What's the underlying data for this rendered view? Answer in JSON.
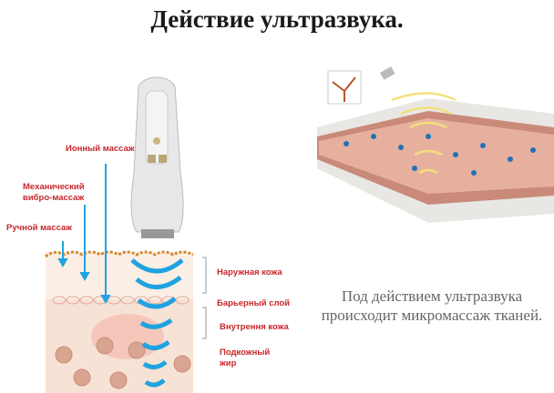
{
  "title": "Действие ультразвука.",
  "left_diagram": {
    "arrows": [
      "Ионный массаж",
      "Механический вибро-массаж",
      "Ручной массаж"
    ],
    "layers": [
      "Наружная кожа",
      "Барьерный слой",
      "Внутрення кожа",
      "Подкожный жир"
    ]
  },
  "caption": "Под действием ультразвука происходит микромассаж тканей.",
  "colors": {
    "label": "#c8262a",
    "wave": "#1fa3e0",
    "skin": "#f6d7c8"
  }
}
